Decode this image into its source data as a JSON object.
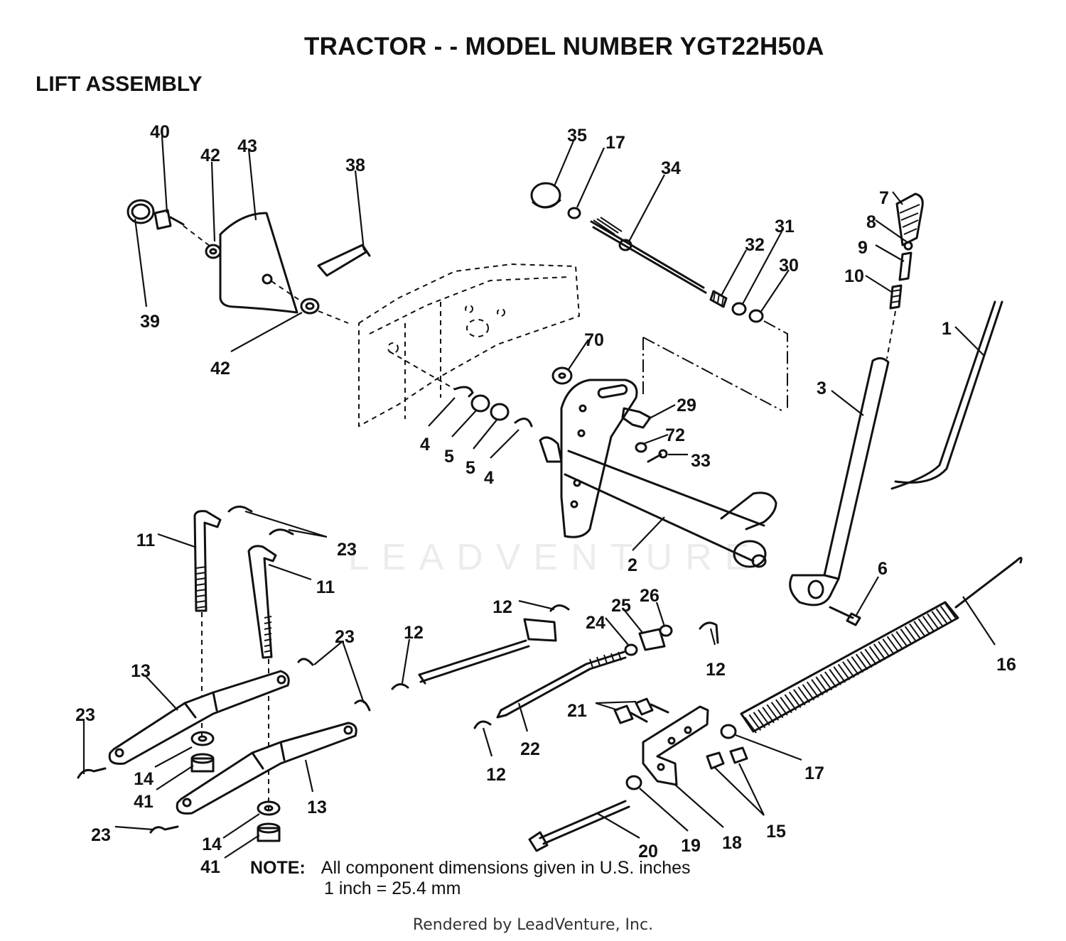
{
  "header": {
    "title": "TRACTOR - - MODEL NUMBER YGT22H50A",
    "subtitle": "LIFT ASSEMBLY"
  },
  "callouts": [
    {
      "id": "c-40",
      "label": "40"
    },
    {
      "id": "c-42a",
      "label": "42"
    },
    {
      "id": "c-43",
      "label": "43"
    },
    {
      "id": "c-38",
      "label": "38"
    },
    {
      "id": "c-39",
      "label": "39"
    },
    {
      "id": "c-42b",
      "label": "42"
    },
    {
      "id": "c-35",
      "label": "35"
    },
    {
      "id": "c-17a",
      "label": "17"
    },
    {
      "id": "c-34",
      "label": "34"
    },
    {
      "id": "c-32",
      "label": "32"
    },
    {
      "id": "c-31",
      "label": "31"
    },
    {
      "id": "c-30",
      "label": "30"
    },
    {
      "id": "c-7",
      "label": "7"
    },
    {
      "id": "c-8",
      "label": "8"
    },
    {
      "id": "c-9",
      "label": "9"
    },
    {
      "id": "c-10",
      "label": "10"
    },
    {
      "id": "c-1",
      "label": "1"
    },
    {
      "id": "c-3",
      "label": "3"
    },
    {
      "id": "c-70",
      "label": "70"
    },
    {
      "id": "c-29",
      "label": "29"
    },
    {
      "id": "c-72",
      "label": "72"
    },
    {
      "id": "c-33",
      "label": "33"
    },
    {
      "id": "c-4a",
      "label": "4"
    },
    {
      "id": "c-5a",
      "label": "5"
    },
    {
      "id": "c-5b",
      "label": "5"
    },
    {
      "id": "c-4b",
      "label": "4"
    },
    {
      "id": "c-2",
      "label": "2"
    },
    {
      "id": "c-6",
      "label": "6"
    },
    {
      "id": "c-11a",
      "label": "11"
    },
    {
      "id": "c-23a",
      "label": "23"
    },
    {
      "id": "c-11b",
      "label": "11"
    },
    {
      "id": "c-23b",
      "label": "23"
    },
    {
      "id": "c-13a",
      "label": "13"
    },
    {
      "id": "c-23c",
      "label": "23"
    },
    {
      "id": "c-14a",
      "label": "14"
    },
    {
      "id": "c-41a",
      "label": "41"
    },
    {
      "id": "c-13b",
      "label": "13"
    },
    {
      "id": "c-23d",
      "label": "23"
    },
    {
      "id": "c-14b",
      "label": "14"
    },
    {
      "id": "c-41b",
      "label": "41"
    },
    {
      "id": "c-12a",
      "label": "12"
    },
    {
      "id": "c-12b",
      "label": "12"
    },
    {
      "id": "c-25",
      "label": "25"
    },
    {
      "id": "c-26",
      "label": "26"
    },
    {
      "id": "c-24",
      "label": "24"
    },
    {
      "id": "c-12c",
      "label": "12"
    },
    {
      "id": "c-21",
      "label": "21"
    },
    {
      "id": "c-22",
      "label": "22"
    },
    {
      "id": "c-12d",
      "label": "12"
    },
    {
      "id": "c-16",
      "label": "16"
    },
    {
      "id": "c-17b",
      "label": "17"
    },
    {
      "id": "c-15",
      "label": "15"
    },
    {
      "id": "c-18",
      "label": "18"
    },
    {
      "id": "c-19",
      "label": "19"
    },
    {
      "id": "c-20",
      "label": "20"
    }
  ],
  "note": {
    "label": "NOTE:",
    "line1": "All component dimensions given in U.S. inches",
    "line2": "1 inch = 25.4 mm"
  },
  "watermark": "LEADVENTURE",
  "footer": "Rendered by LeadVenture, Inc."
}
